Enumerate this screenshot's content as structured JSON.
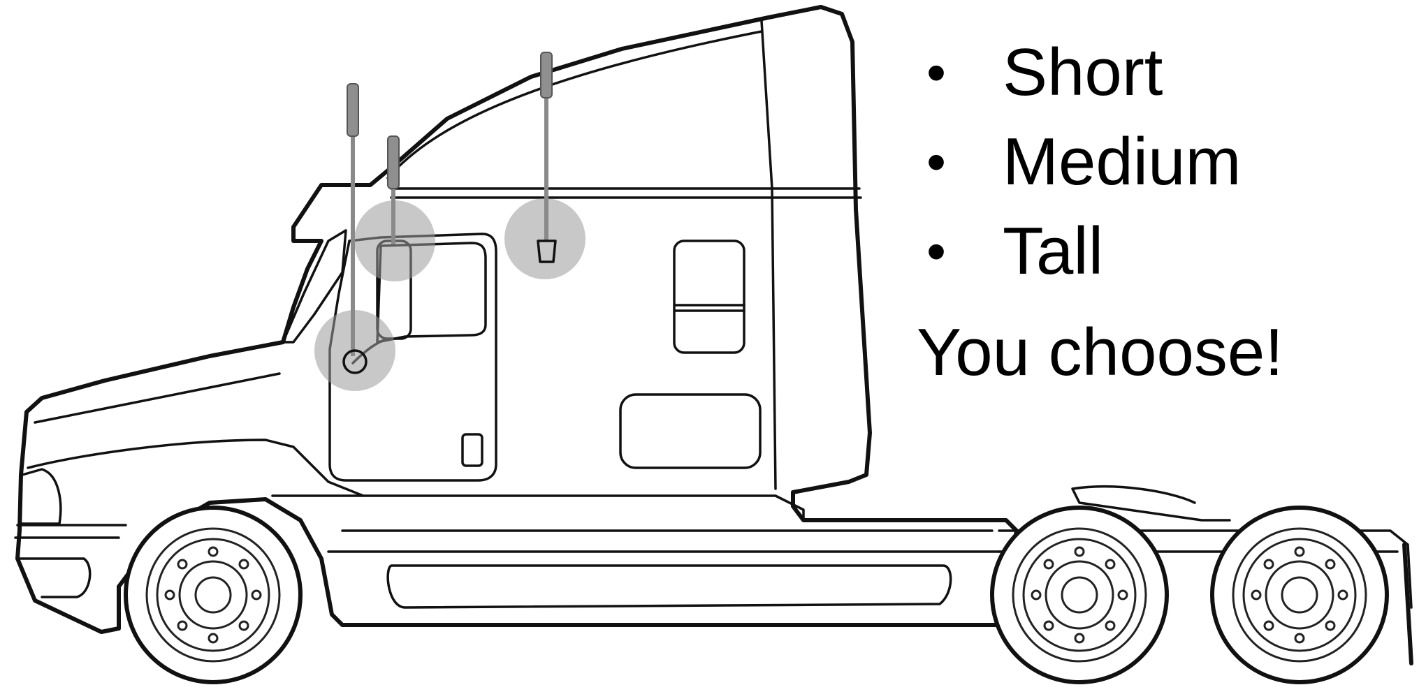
{
  "options": {
    "items": [
      {
        "label": "Short"
      },
      {
        "label": "Medium"
      },
      {
        "label": "Tall"
      }
    ],
    "bullet": "•"
  },
  "call_to_action": "You choose!",
  "illustration": {
    "subject": "semi-truck-side-view",
    "antenna_mounts": [
      "mirror-mount",
      "cowl-mount",
      "roof-mount"
    ],
    "highlight_color": "#9a9a9a"
  }
}
